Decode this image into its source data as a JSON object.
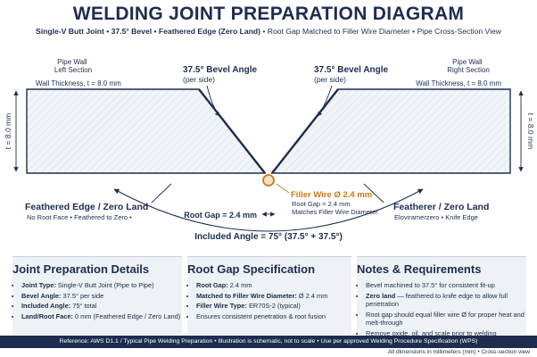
{
  "header": {
    "title": "WELDING JOINT PREPARATION DIAGRAM",
    "subtitle_bold": "Single-V Butt Joint • 37.5° Bevel • Feathered Edge (Zero Land)",
    "subtitle_rest": " • Root Gap Matched to Filler Wire Diameter • Pipe Cross-Section View"
  },
  "diagram": {
    "left_pipe_label": [
      "Pipe Wall",
      "Left Section"
    ],
    "right_pipe_label": [
      "Pipe Wall",
      "Right Section"
    ],
    "left_wall_thickness": "Wall Thickness, t = 8.0 mm",
    "right_wall_thickness": "Wall Thickness, t = 8.0 mm",
    "left_thickness_dim": "t = 8.0 mm",
    "right_thickness_dim": "t = 8.0 mm",
    "left_bevel_label": [
      "37.5° Bevel Angle",
      "(per side)"
    ],
    "right_bevel_label": [
      "37.5° Bevel Angle",
      "(per side)"
    ],
    "left_edge_title": "Feathered Edge / Zero Land",
    "left_edge_sub": "No Root Face • Feathered to Zero •",
    "right_edge_title": "Featherer / Zero Land",
    "right_edge_sub": "Eloviramerzero • Knife Edge",
    "filler_wire_title": "Filler Wire Ø 2.4 mm",
    "filler_wire_sub": [
      "Root Gap = 2.4 mm",
      "Matches Filler Wire Diameter"
    ],
    "root_gap_label": "Root Gap = 2.4 mm",
    "included_angle_label": "Included Angle = 75° (37.5° + 37.5°)"
  },
  "panels": {
    "joint": {
      "title": "Joint Preparation Details",
      "items": [
        {
          "key": "Joint Type:",
          "value": " Single-V Butt Joint (Pipe to Pipe)"
        },
        {
          "key": "Bevel Angle:",
          "value": " 37.5° per side"
        },
        {
          "key": "Included Angle:",
          "value": " 75° total"
        },
        {
          "key": "Land/Root Face:",
          "value": " 0 mm (Feathered Edge / Zero Land)"
        }
      ]
    },
    "gap": {
      "title": "Root Gap Specification",
      "items": [
        {
          "key": "Root Gap:",
          "value": " 2.4 mm"
        },
        {
          "key": "Matched to Filler Wire Diameter:",
          "value": " Ø 2.4 mm"
        },
        {
          "key": "Filler Wire Type:",
          "value": " ER70S-2 (typical)"
        },
        {
          "key": "",
          "value": "Ensures consistent penetration & root fusion"
        }
      ]
    },
    "notes": {
      "title": "Notes & Requirements",
      "items": [
        {
          "key": "",
          "value": "Bevel machined to 37.5° for consistent fit-up"
        },
        {
          "key": "Zero land",
          "value": " — feathered to knife edge to allow full penetration"
        },
        {
          "key": "",
          "value": "Root gap should equal filler wire Ø for proper heat and melt-through"
        },
        {
          "key": "",
          "value": "Remove oxide, oil, and scale prior to welding"
        }
      ]
    }
  },
  "footer": {
    "reference": "Reference: AWS D1.1 / Typical Pipe Welding Preparation • Illustration is schematic, not to scale • Use per approved Welding Procedure Specification (WPS)",
    "note": "All dimensions in millimeters (mm) • Cross-section view"
  },
  "colors": {
    "navy": "#1e2d4f",
    "wire": "#c87a1a",
    "metal_fill": "#eef1f5",
    "panel_bg": "#eef1f5"
  }
}
